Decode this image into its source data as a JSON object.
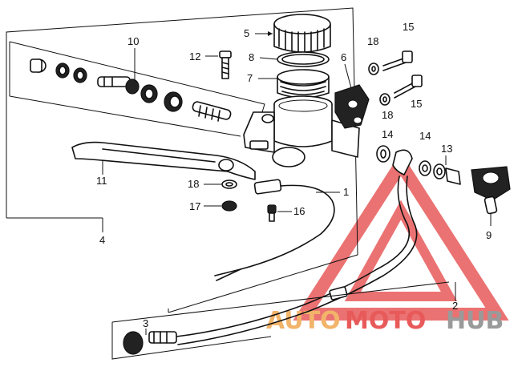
{
  "callouts": {
    "c1": "1",
    "c2": "2",
    "c3": "3",
    "c4": "4",
    "c5": "5",
    "c6": "6",
    "c7": "7",
    "c8": "8",
    "c9": "9",
    "c10": "10",
    "c11": "11",
    "c12": "12",
    "c13": "13",
    "c14a": "14",
    "c14b": "14",
    "c15a": "15",
    "c15b": "15",
    "c16": "16",
    "c17": "17",
    "c18a": "18",
    "c18b": "18",
    "c18c": "18"
  },
  "watermark": {
    "text_auto": "AUTO",
    "text_moto": "MOTO",
    "text_hub": "HUB",
    "color_red": "#e85a5a",
    "color_orange": "#f2b46a",
    "color_gray": "#9a9a9a"
  }
}
